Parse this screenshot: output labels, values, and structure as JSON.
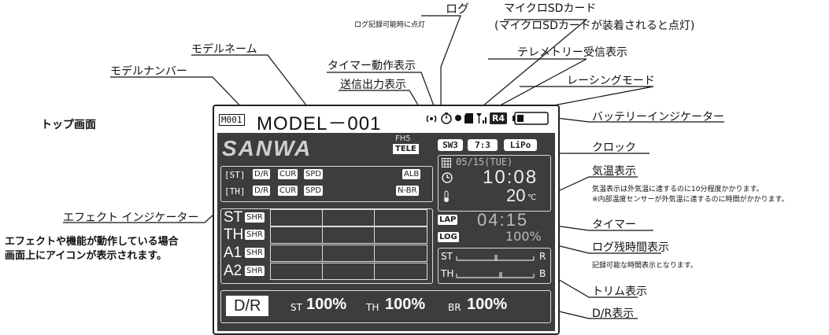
{
  "page_title": "トップ画面",
  "side_note": {
    "label": "エフェクト インジケーター",
    "line1": "エフェクトや機能が動作している場合",
    "line2": "画面上にアイコンが表示されます。"
  },
  "callouts": {
    "log": "ログ",
    "log_sub": "ログ記録可能時に点灯",
    "sd": "マイクロSDカード",
    "sd_sub": "(マイクロSDカードが装着されると点灯)",
    "model_name": "モデルネーム",
    "timer_active": "タイマー動作表示",
    "telemetry": "テレメトリー受信表示",
    "model_number": "モデルナンバー",
    "racing_mode": "レーシングモード",
    "tx_output": "送信出力表示",
    "battery": "バッテリーインジケーター",
    "clock": "クロック",
    "temperature": "気温表示",
    "temperature_note1": "気温表示は外気温に達するのに10分程度かかります。",
    "temperature_note2": "※内部温度センサーが外気温に達するのに時間がかかります。",
    "timer": "タイマー",
    "log_remaining": "ログ残時間表示",
    "log_remaining_note": "記録可能な時間表示となります。",
    "trim": "トリム表示",
    "dr": "D/R表示"
  },
  "lcd": {
    "model_number": "M001",
    "model_name": "MODEL－001",
    "racing_mode": "R4",
    "brand": "SANWA",
    "fh": "FH5",
    "tele": "TELE",
    "sw": "SW3",
    "ratio": "7:3",
    "battery_type": "LiPo",
    "st_row": {
      "label": "[ST]",
      "tags": [
        "D/R",
        "CUR",
        "SPD"
      ],
      "right": "ALB"
    },
    "th_row": {
      "label": "[TH]",
      "tags": [
        "D/R",
        "CUR",
        "SPD"
      ],
      "right": "N-BR"
    },
    "date": "05/15(TUE)",
    "time": "10:08",
    "temp": "20",
    "temp_unit": "℃",
    "channels": [
      {
        "name": "ST",
        "tag": "SHR"
      },
      {
        "name": "TH",
        "tag": "SHR"
      },
      {
        "name": "A1",
        "tag": "SHR"
      },
      {
        "name": "A2",
        "tag": "SHR"
      }
    ],
    "lap_label": "LAP",
    "lap_value": "04:15",
    "log_label": "LOG",
    "log_value": "100%",
    "trim_st": "ST",
    "trim_st_end": "R",
    "trim_th": "TH",
    "trim_th_end": "B",
    "dr_label": "D/R",
    "st_prefix": "ST",
    "st_value": "100%",
    "th_prefix": "TH",
    "th_value": "100%",
    "br_prefix": "BR",
    "br_value": "100%"
  }
}
